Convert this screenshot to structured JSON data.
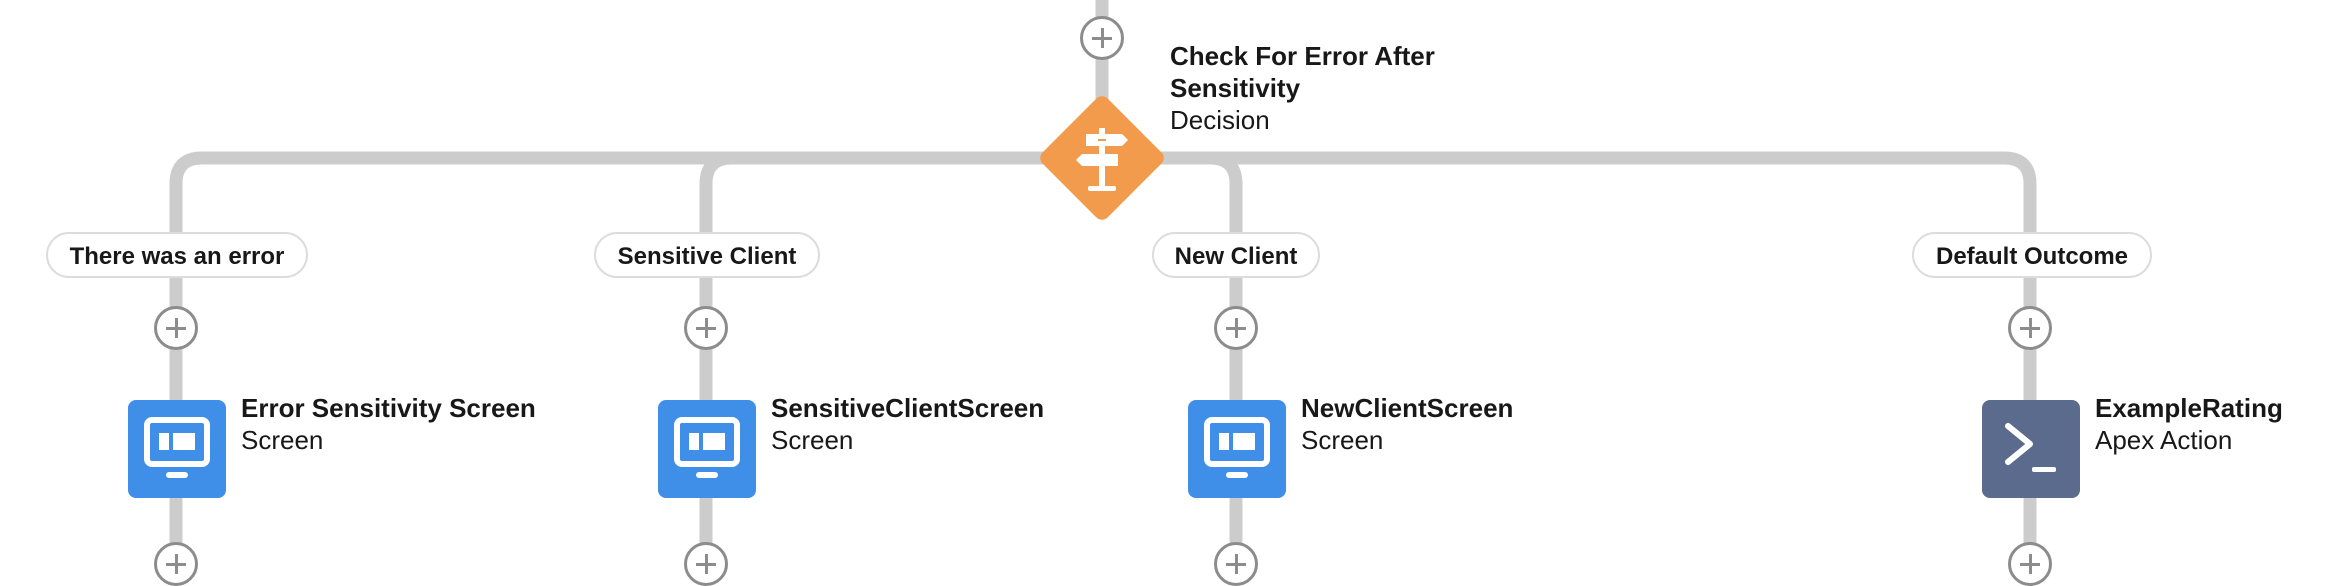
{
  "decision": {
    "title_line1": "Check For Error After",
    "title_line2": "Sensitivity",
    "type": "Decision",
    "color": "#f39b4c",
    "icon": "signpost-icon"
  },
  "branches": [
    {
      "outcome": "There was an error",
      "element_title": "Error Sensitivity Screen",
      "element_type": "Screen",
      "icon": "monitor-icon",
      "color": "#3f8ee8"
    },
    {
      "outcome": "Sensitive Client",
      "element_title": "SensitiveClientScreen",
      "element_type": "Screen",
      "icon": "monitor-icon",
      "color": "#3f8ee8"
    },
    {
      "outcome": "New Client",
      "element_title": "NewClientScreen",
      "element_type": "Screen",
      "icon": "monitor-icon",
      "color": "#3f8ee8"
    },
    {
      "outcome": "Default Outcome",
      "element_title": "ExampleRating",
      "element_type": "Apex Action",
      "icon": "terminal-prompt-icon",
      "color": "#5b6b8e"
    }
  ],
  "colors": {
    "connector": "#cccccc",
    "add_button": "#8c8c8c"
  }
}
